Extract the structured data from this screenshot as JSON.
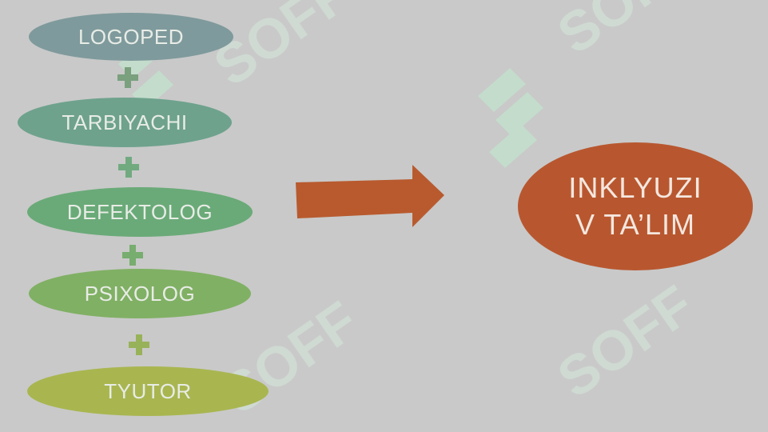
{
  "nodes": [
    {
      "label": "LOGOPED",
      "color": "#7f9a9c"
    },
    {
      "label": "TARBIYACHI",
      "color": "#6ea28d"
    },
    {
      "label": "DEFEKTOLOG",
      "color": "#6aaa78"
    },
    {
      "label": "PSIXOLOG",
      "color": "#80b064"
    },
    {
      "label": "TYUTOR",
      "color": "#a9b650"
    }
  ],
  "operator": "+",
  "plus_colors": [
    "#7aa07e",
    "#72aa80",
    "#77ad6e",
    "#98b25a"
  ],
  "arrow": {
    "color": "#b85a2e"
  },
  "result": {
    "line1": "INKLYUZI",
    "line2": "V TA’LIM",
    "color": "#b8572f"
  },
  "watermark": {
    "text": "SOFF"
  }
}
